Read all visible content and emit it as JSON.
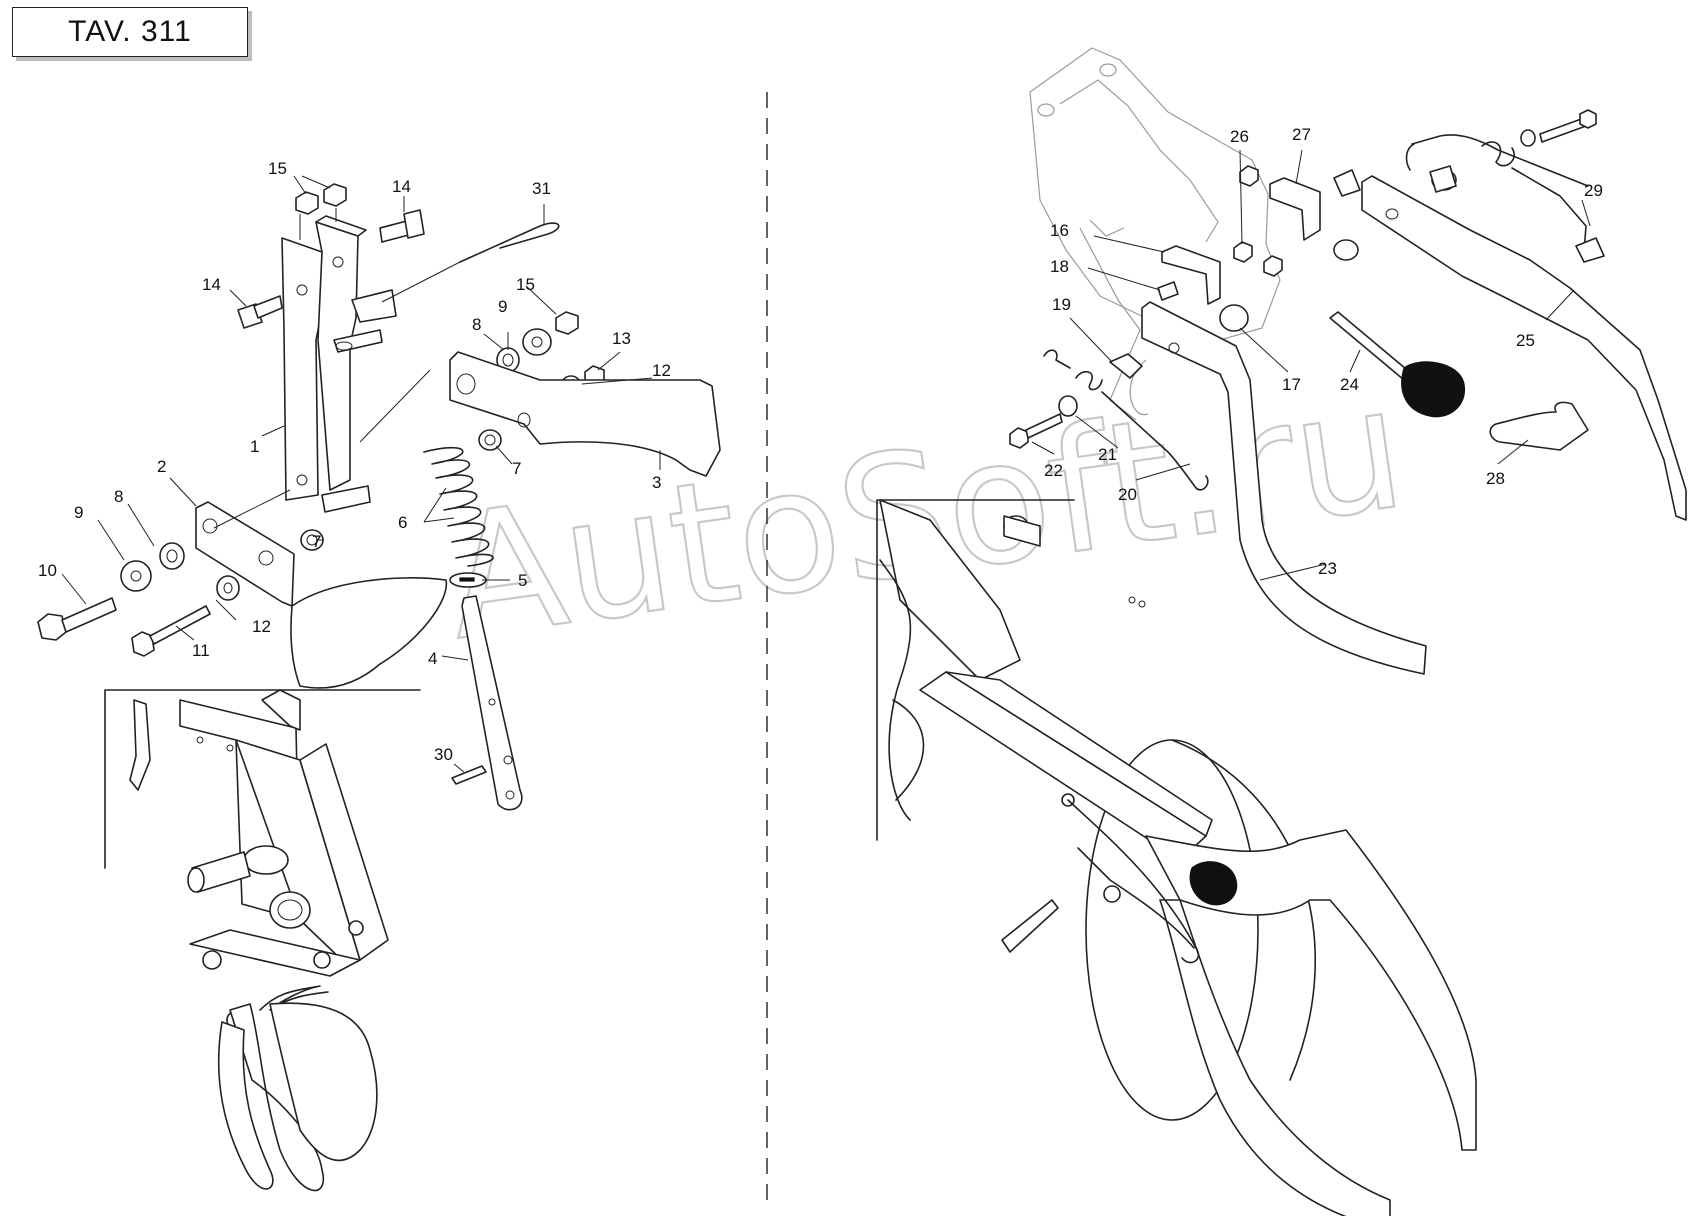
{
  "title": "TAV. 311",
  "watermark": "AutoSoft.ru",
  "callouts": [
    {
      "id": "c1",
      "label": "1"
    },
    {
      "id": "c2",
      "label": "2"
    },
    {
      "id": "c3",
      "label": "3"
    },
    {
      "id": "c4",
      "label": "4"
    },
    {
      "id": "c5",
      "label": "5"
    },
    {
      "id": "c6",
      "label": "6"
    },
    {
      "id": "c7a",
      "label": "7"
    },
    {
      "id": "c7b",
      "label": "7"
    },
    {
      "id": "c8a",
      "label": "8"
    },
    {
      "id": "c8b",
      "label": "8"
    },
    {
      "id": "c9a",
      "label": "9"
    },
    {
      "id": "c9b",
      "label": "9"
    },
    {
      "id": "c10",
      "label": "10"
    },
    {
      "id": "c11",
      "label": "11"
    },
    {
      "id": "c12a",
      "label": "12"
    },
    {
      "id": "c12b",
      "label": "12"
    },
    {
      "id": "c13",
      "label": "13"
    },
    {
      "id": "c14a",
      "label": "14"
    },
    {
      "id": "c14b",
      "label": "14"
    },
    {
      "id": "c15a",
      "label": "15"
    },
    {
      "id": "c15b",
      "label": "15"
    },
    {
      "id": "c16",
      "label": "16"
    },
    {
      "id": "c17",
      "label": "17"
    },
    {
      "id": "c18",
      "label": "18"
    },
    {
      "id": "c19",
      "label": "19"
    },
    {
      "id": "c20",
      "label": "20"
    },
    {
      "id": "c21",
      "label": "21"
    },
    {
      "id": "c22",
      "label": "22"
    },
    {
      "id": "c23",
      "label": "23"
    },
    {
      "id": "c24",
      "label": "24"
    },
    {
      "id": "c25",
      "label": "25"
    },
    {
      "id": "c26",
      "label": "26"
    },
    {
      "id": "c27",
      "label": "27"
    },
    {
      "id": "c28",
      "label": "28"
    },
    {
      "id": "c29",
      "label": "29"
    },
    {
      "id": "c30",
      "label": "30"
    },
    {
      "id": "c31",
      "label": "31"
    }
  ]
}
